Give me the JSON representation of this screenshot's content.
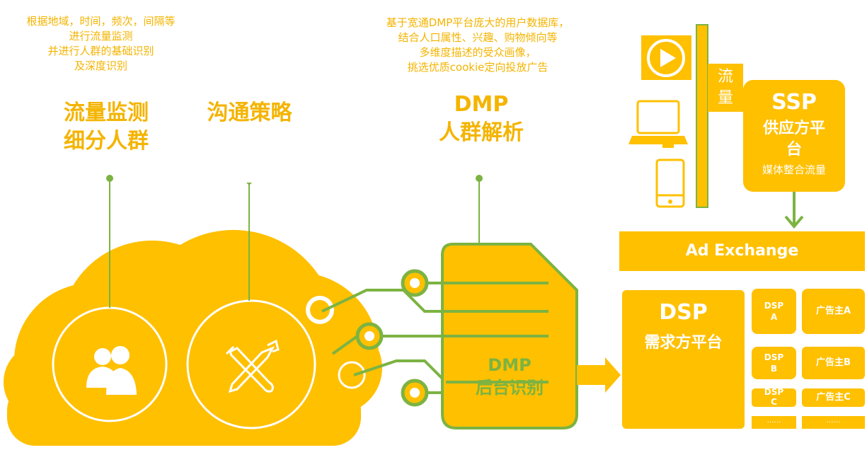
{
  "monitor": {
    "desc": [
      "根据地域，时间，频次，间隔等",
      "进行流量监测",
      "并进行人群的基础识别",
      "及深度识别"
    ],
    "title": [
      "流量监测",
      "细分人群"
    ]
  },
  "strategy": {
    "title": "沟通策略"
  },
  "dmp": {
    "desc": [
      "基于宽通DMP平台庞大的用户数据库，",
      "结合人口属性、兴趣、购物倾向等",
      "多维度描述的受众画像，",
      "挑选优质cookie定向投放广告"
    ],
    "title": [
      "DMP",
      "人群解析"
    ],
    "backend": [
      "DMP",
      "后台识别"
    ]
  },
  "traffic_label": "流量",
  "ssp": {
    "title": "SSP",
    "subtitle": "供应方平台",
    "note": "媒体整合流量"
  },
  "ad_exchange": "Ad Exchange",
  "dsp": {
    "title": "DSP",
    "subtitle": "需求方平台",
    "rows": [
      {
        "dsp": "DSP A",
        "advertiser": "广告主A"
      },
      {
        "dsp": "DSP B",
        "advertiser": "广告主B"
      },
      {
        "dsp": "DSP C",
        "advertiser": "广告主C"
      }
    ],
    "more": "……"
  },
  "colors": {
    "yellow": "#ffc000",
    "text_yellow": "#f4b400",
    "green": "#7cb342"
  },
  "icons": [
    "users-icon",
    "tools-icon",
    "play-icon",
    "laptop-icon",
    "phone-icon"
  ]
}
